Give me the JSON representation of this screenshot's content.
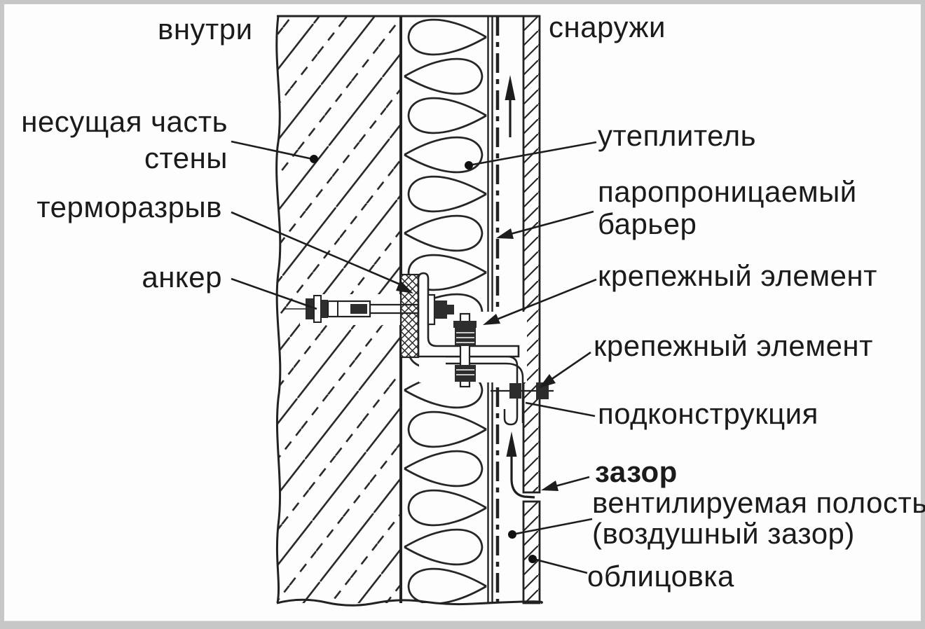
{
  "figure": {
    "type": "construction-detail-diagram",
    "subject": "ventilated facade wall section",
    "background_color": "#fdfdfd",
    "frame_color": "#c7c7c7",
    "line_color": "#222222",
    "text_color": "#1b1b1b",
    "labels": {
      "inside": "внутри",
      "outside": "снаружи",
      "bearing_wall_line1": "несущая часть",
      "bearing_wall_line2": "стены",
      "thermal_break": "терморазрыв",
      "anchor": "анкер",
      "insulation": "утеплитель",
      "vapor_barrier_line1": "паропроницаемый",
      "vapor_barrier_line2": "барьер",
      "fastener_upper": "крепежный элемент",
      "fastener_lower": "крепежный элемент",
      "subframe": "подконструкция",
      "gap": "зазор",
      "cavity_line1": "вентилируемая полость",
      "cavity_line2": "(воздушный зазор)",
      "cladding": "облицовка"
    },
    "icons": {
      "airflow_arrows": "upward airflow arrows inside ventilated cavity",
      "leader_dots": "reference dots on wall, insulation, cavity, cladding",
      "leader_arrowheads": "arrowheads on thermal break, vapor barrier, fasteners, gap"
    }
  }
}
